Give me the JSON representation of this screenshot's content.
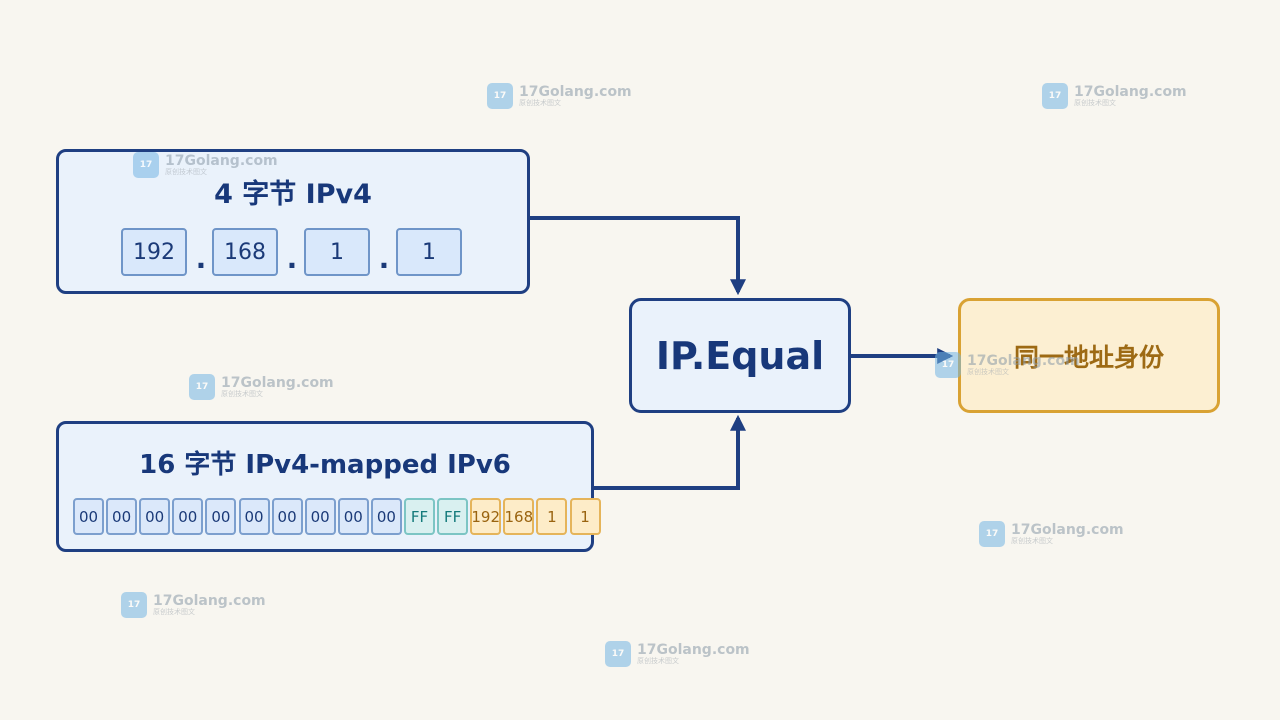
{
  "ipv4_box": {
    "title": "4 字节 IPv4",
    "octets": [
      "192",
      "168",
      "1",
      "1"
    ],
    "separator": "."
  },
  "ipv6_box": {
    "title": "16 字节 IPv4-mapped IPv6",
    "bytes": [
      "00",
      "00",
      "00",
      "00",
      "00",
      "00",
      "00",
      "00",
      "00",
      "00",
      "FF",
      "FF",
      "192",
      "168",
      "1",
      "1"
    ]
  },
  "equal_node": {
    "label": "IP.Equal"
  },
  "result_node": {
    "label": "同一地址身份"
  },
  "watermark": {
    "text": "17Golang.com",
    "subtext": "原创技术图文",
    "logo_text": "17"
  },
  "colors": {
    "navy": "#1f3f82",
    "light_blue": "#eaf2fb",
    "teal": "#147a7b",
    "amber": "#d9a233"
  }
}
